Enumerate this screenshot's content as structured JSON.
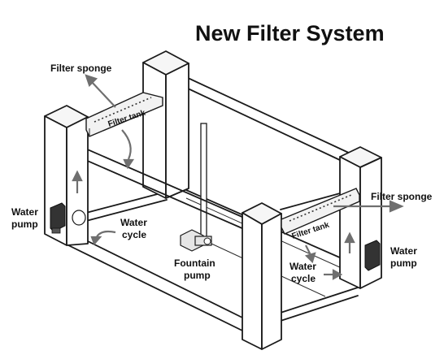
{
  "title": "New Filter System",
  "labels": {
    "filter_sponge_left": "Filter sponge",
    "filter_tank_left": "Filter tank",
    "water_pump_left_line1": "Water",
    "water_pump_left_line2": "pump",
    "water_cycle_left_line1": "Water",
    "water_cycle_left_line2": "cycle",
    "fountain_pump_line1": "Fountain",
    "fountain_pump_line2": "pump",
    "filter_sponge_right": "Filter sponge",
    "filter_tank_right": "Filter tank",
    "water_pump_right_line1": "Water",
    "water_pump_right_line2": "pump",
    "water_cycle_right_line1": "Water",
    "water_cycle_right_line2": "cycle"
  },
  "colors": {
    "line": "#1a1a1a",
    "arrow": "#6f6f6f",
    "pump": "#333333"
  }
}
